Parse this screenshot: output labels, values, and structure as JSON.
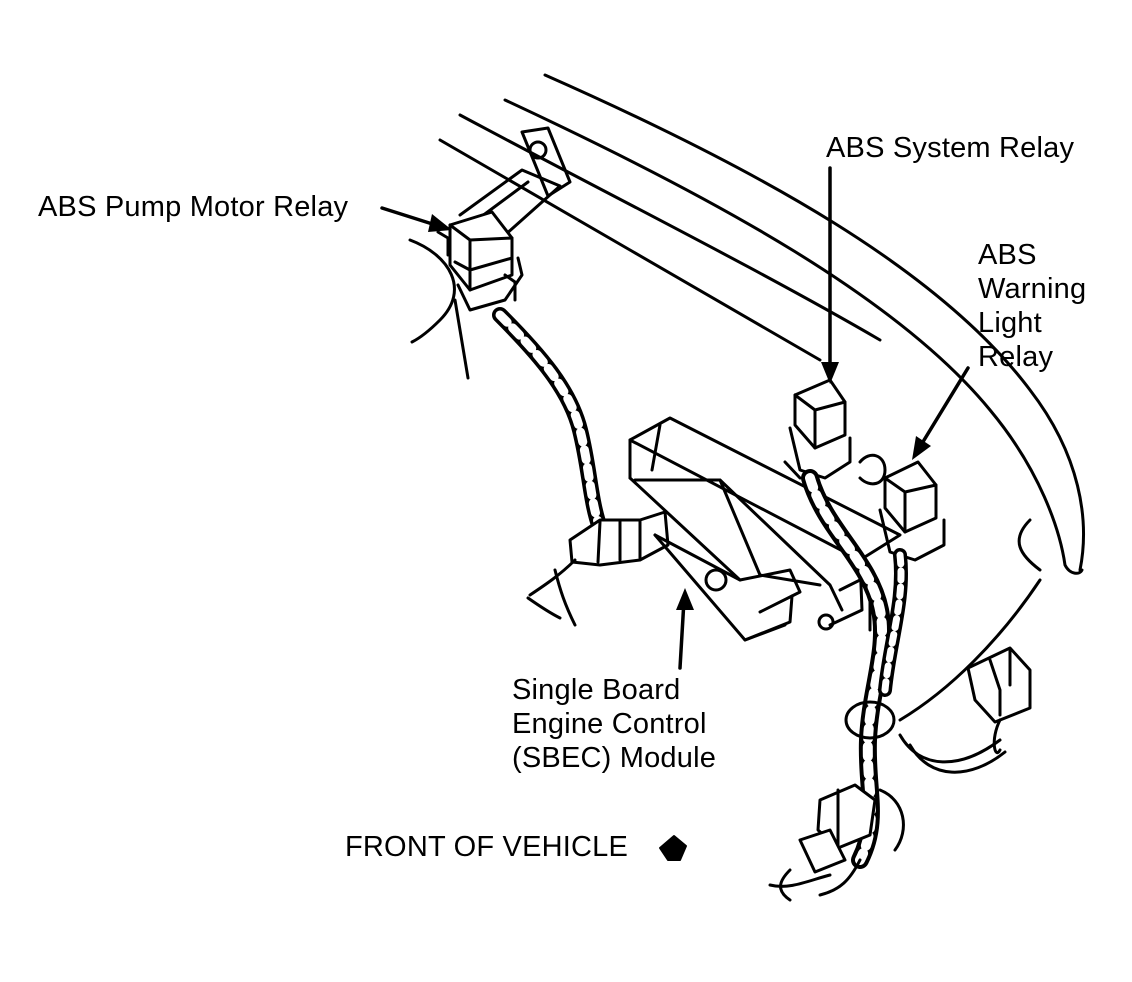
{
  "labels": {
    "pump_motor_relay": "ABS Pump Motor Relay",
    "system_relay": "ABS System Relay",
    "warning_light_relay": [
      "ABS",
      "Warning",
      "Light",
      "Relay"
    ],
    "sbec_module": [
      "Single Board",
      "Engine Control",
      "(SBEC) Module"
    ],
    "front_of_vehicle": "FRONT OF VEHICLE"
  },
  "colors": {
    "ink": "#000000",
    "paper": "#ffffff"
  },
  "icons": {
    "front_arrow": "arrow-left-icon"
  }
}
